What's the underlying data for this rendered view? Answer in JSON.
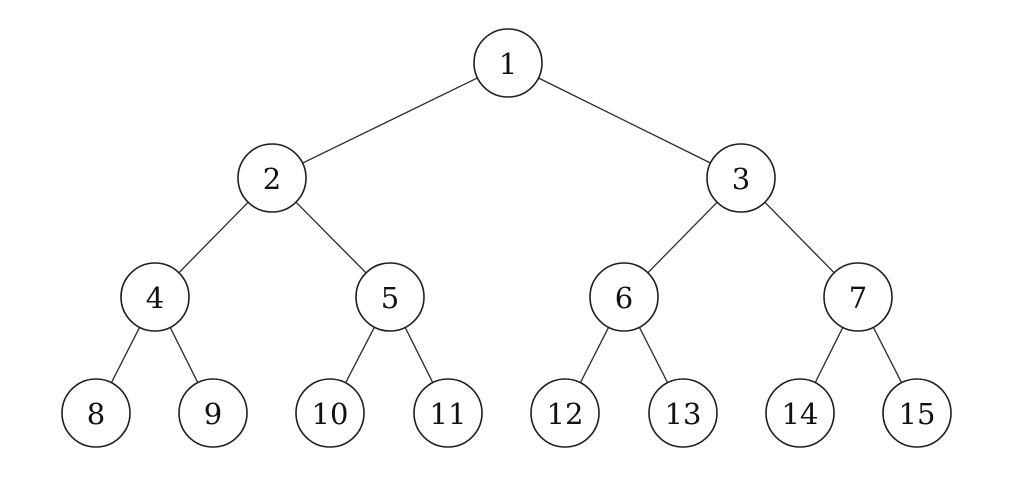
{
  "tree": {
    "nodes": [
      {
        "id": 1,
        "label": "1"
      },
      {
        "id": 2,
        "label": "2"
      },
      {
        "id": 3,
        "label": "3"
      },
      {
        "id": 4,
        "label": "4"
      },
      {
        "id": 5,
        "label": "5"
      },
      {
        "id": 6,
        "label": "6"
      },
      {
        "id": 7,
        "label": "7"
      },
      {
        "id": 8,
        "label": "8"
      },
      {
        "id": 9,
        "label": "9"
      },
      {
        "id": 10,
        "label": "10"
      },
      {
        "id": 11,
        "label": "11"
      },
      {
        "id": 12,
        "label": "12"
      },
      {
        "id": 13,
        "label": "13"
      },
      {
        "id": 14,
        "label": "14"
      },
      {
        "id": 15,
        "label": "15"
      }
    ],
    "edges": [
      [
        1,
        2
      ],
      [
        1,
        3
      ],
      [
        2,
        4
      ],
      [
        2,
        5
      ],
      [
        3,
        6
      ],
      [
        3,
        7
      ],
      [
        4,
        8
      ],
      [
        4,
        9
      ],
      [
        5,
        10
      ],
      [
        5,
        11
      ],
      [
        6,
        12
      ],
      [
        6,
        13
      ],
      [
        7,
        14
      ],
      [
        7,
        15
      ]
    ]
  }
}
